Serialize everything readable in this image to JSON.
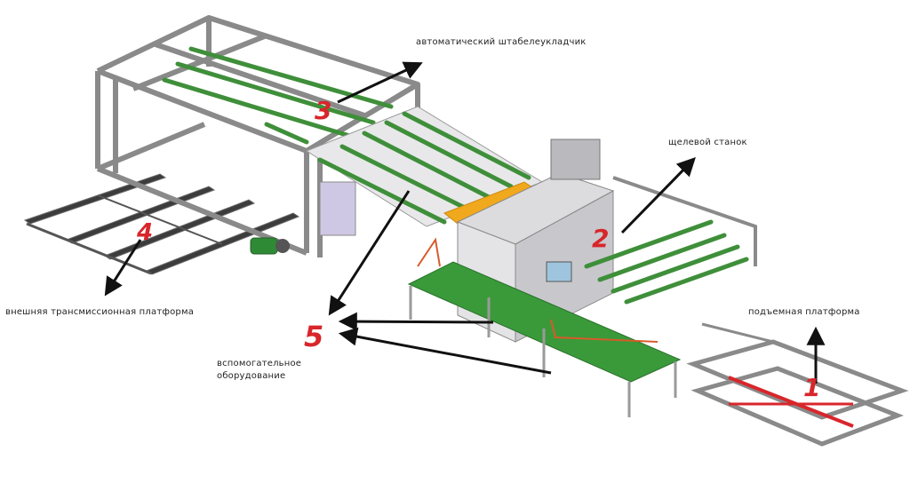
{
  "labels": {
    "stacker": "автоматический штабелеукладчик",
    "machine": "щелевой станок",
    "lift": "подъемная платформа",
    "transfer": "внешняя трансмиссионная платформа",
    "aux_line1": "вспомогательное",
    "aux_line2": "оборудование"
  },
  "numbers": {
    "n1": "1",
    "n2": "2",
    "n3": "3",
    "n4": "4",
    "n5": "5"
  },
  "colors": {
    "frame": "#8a8a8a",
    "conveyor": "#3f8f3a",
    "platform": "#3a9a3a",
    "belt": "#f0a81c",
    "panel": "#cfc8e4",
    "numbers": "#d8262b",
    "arrows": "#111111"
  }
}
